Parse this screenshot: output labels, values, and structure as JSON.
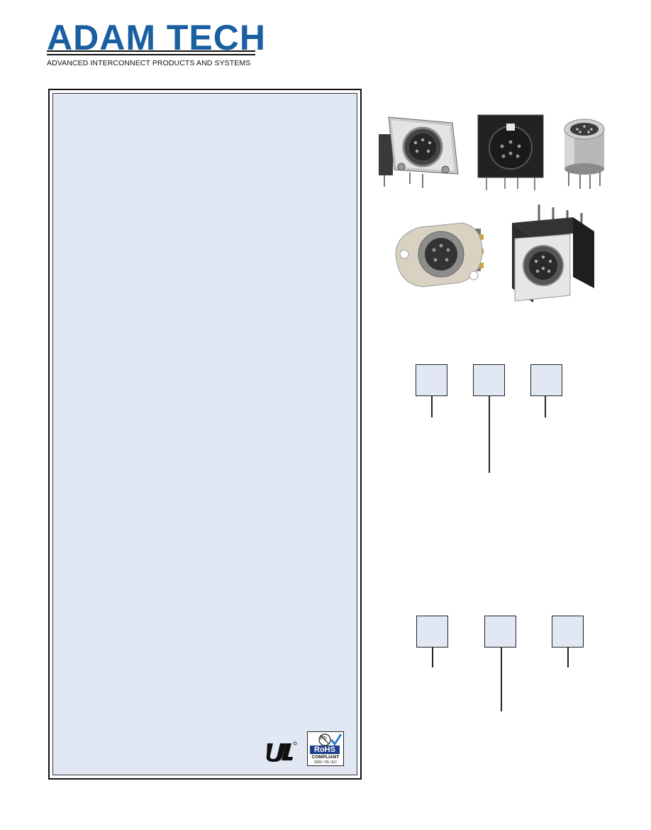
{
  "header": {
    "brand": "ADAM TECH",
    "tagline": "ADVANCED INTERCONNECT PRODUCTS AND SYSTEMS",
    "brand_color": "#1a5fa0"
  },
  "panel": {
    "background_color": "#e1e8f4"
  },
  "certifications": {
    "ul_mark": "ul-recognized-icon",
    "rohs": {
      "top": "Pb",
      "title": "RoHS",
      "subtitle": "COMPLIANT",
      "directive": "2002 / 95 / EC"
    }
  },
  "product_photos": [
    "right-angle-din-socket",
    "shielded-pcb-din-socket",
    "round-metal-din-socket",
    "panel-mount-flange-din-socket",
    "stacked-pcb-din-socket"
  ]
}
